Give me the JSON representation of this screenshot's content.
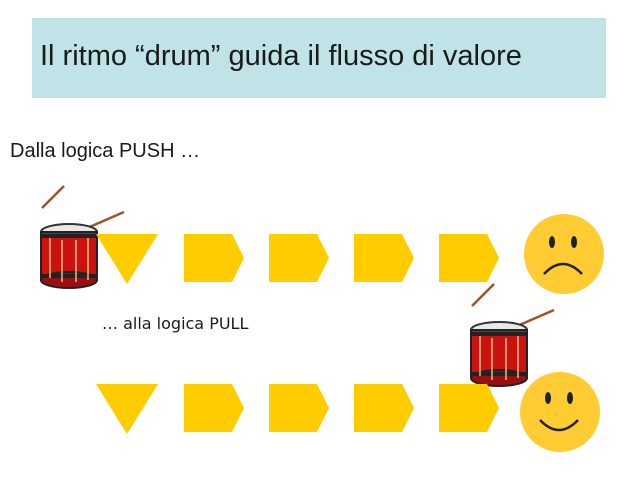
{
  "slide": {
    "title": "Il ritmo “drum” guida il flusso di valore",
    "push_label": "Dalla logica PUSH …",
    "pull_label": "… alla logica PULL"
  },
  "colors": {
    "header_bg": "#bfe3e6",
    "shape_fill": "#ffcc00",
    "face_fill": "#ffcc33",
    "drum_red": "#cc1111"
  },
  "icons": {
    "drum": "drum-icon",
    "sad": "sad-face-icon",
    "happy": "happy-face-icon"
  }
}
